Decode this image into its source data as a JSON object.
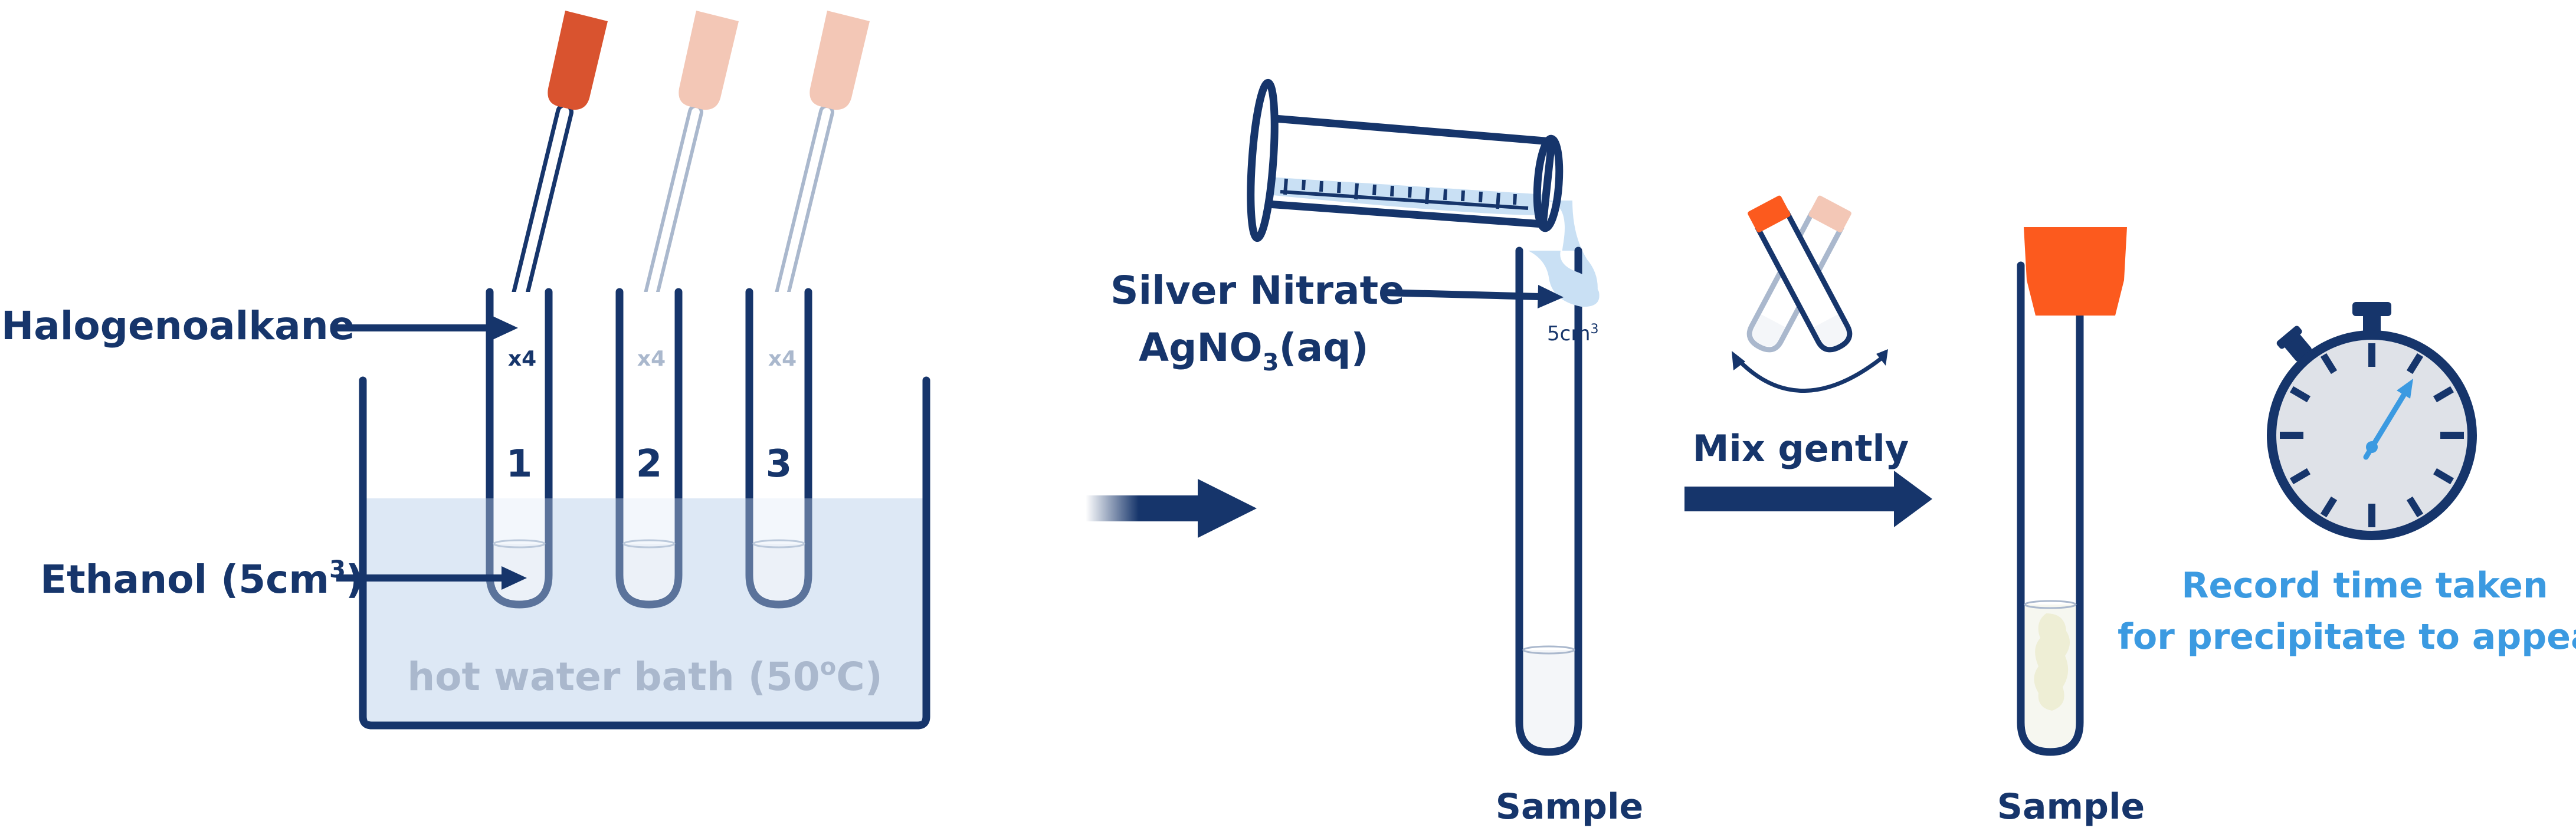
{
  "colors": {
    "navy": "#16356b",
    "light_blue": "#dde9f5",
    "pale_tube": "#aab8cd",
    "dropper_orange": "#d9532f",
    "dropper_pale": "#f3c7b6",
    "stopper_orange": "#fc5a1e",
    "accent_blue": "#3b9ae1",
    "precipitate": "#eeeed5"
  },
  "labels": {
    "halogenoalkane": "Halogenoalkane",
    "ethanol_main": "Ethanol (5cm",
    "ethanol_sup": "3",
    "ethanol_close": ")",
    "water_bath_main": "hot water bath (50",
    "water_bath_sup": "o",
    "water_bath_close": "C)",
    "drops": [
      "x4",
      "x4",
      "x4"
    ],
    "tube_numbers": [
      "1",
      "2",
      "3"
    ],
    "silver_nitrate": "Silver Nitrate",
    "agno3_main": "AgNO",
    "agno3_sub": "3",
    "agno3_close": "(aq)",
    "volume_main": "5cm",
    "volume_sup": "3",
    "mix_gently": "Mix gently",
    "sample_1": "Sample",
    "sample_2": "Sample",
    "record_line1": "Record time taken",
    "record_line2": "for precipitate to appear"
  }
}
